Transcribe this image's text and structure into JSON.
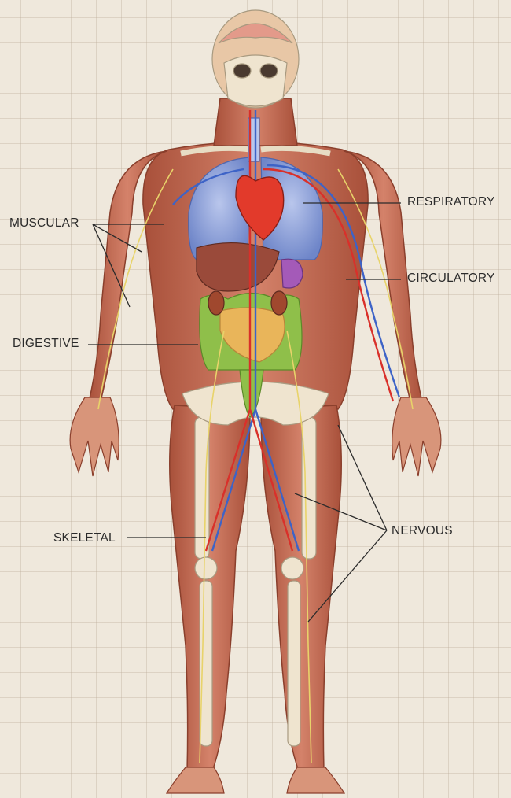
{
  "labels": {
    "muscular": "MUSCULAR",
    "respiratory": "RESPIRATORY",
    "circulatory": "CIRCULATORY",
    "digestive": "DIGESTIVE",
    "skeletal": "SKELETAL",
    "nervous": "NERVOUS"
  },
  "colors": {
    "background": "#efe8dc",
    "grid": "#d6cbbb",
    "muscle": "#c4674b",
    "muscle_dark": "#9c4732",
    "bone": "#efe4cf",
    "lungs": "#8fa3d8",
    "heart": "#e23a2b",
    "liver": "#9a4a3a",
    "intestines_large": "#8fbf4a",
    "intestines_small": "#e9b55a",
    "stomach": "#a45ab8",
    "artery": "#d9302a",
    "vein": "#3d63c7",
    "nerve": "#e8d36a",
    "leader_line": "#2b2b2b"
  }
}
